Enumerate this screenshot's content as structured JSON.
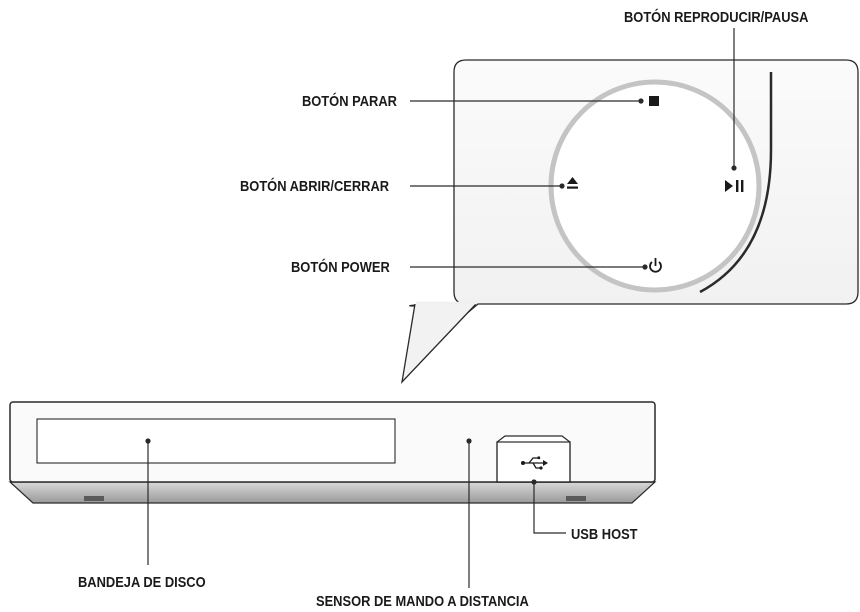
{
  "labels": {
    "play_pause": "BOTÓN REPRODUCIR/PAUSA",
    "stop": "BOTÓN PARAR",
    "open_close": "BOTÓN ABRIR/CERRAR",
    "power": "BOTÓN POWER",
    "usb_host": "USB HOST",
    "disc_tray": "BANDEJA DE DISCO",
    "remote_sensor": "SENSOR DE MANDO A DISTANCIA"
  },
  "icons": {
    "stop": "stop-icon",
    "eject": "eject-icon",
    "play_pause": "play-pause-icon",
    "power": "power-icon",
    "usb": "usb-icon"
  },
  "colors": {
    "line": "#2a2a2a",
    "circle": "#c4c4c4",
    "panel_fill": "#f6f6f6",
    "device_fill": "#fafafa"
  }
}
